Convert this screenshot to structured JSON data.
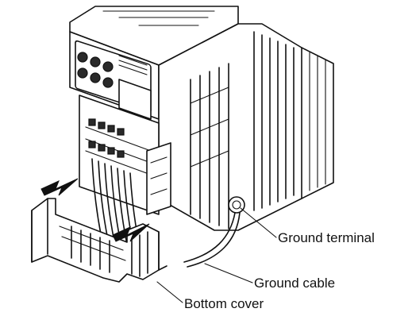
{
  "labels": {
    "ground_terminal": "Ground terminal",
    "ground_cable": "Ground cable",
    "bottom_cover": "Bottom cover"
  },
  "colors": {
    "line": "#111111",
    "background": "#ffffff"
  }
}
